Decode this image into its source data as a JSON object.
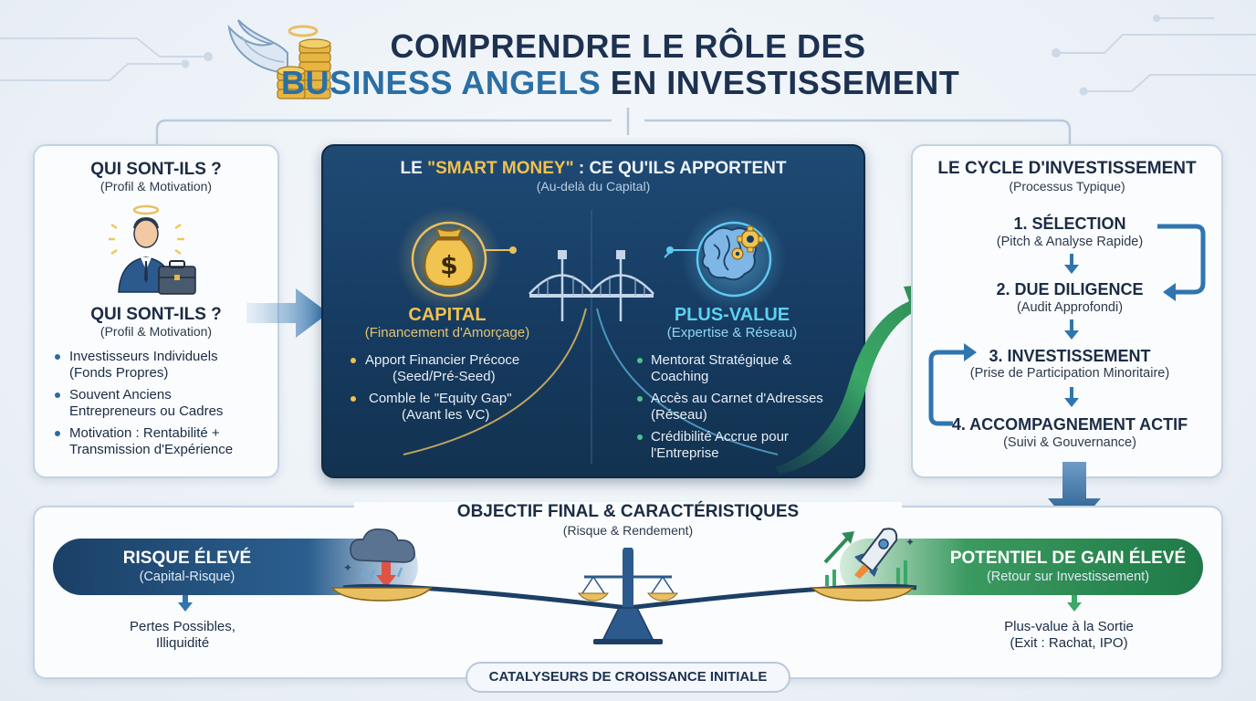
{
  "title": {
    "line1": "COMPRENDRE LE RÔLE DES",
    "line2_highlight": "BUSINESS ANGELS",
    "line2_rest": " EN INVESTISSEMENT"
  },
  "left_card": {
    "title_top": "QUI SONT-ILS ?",
    "sub_top": "(Profil & Motivation)",
    "title": "QUI SONT-ILS ?",
    "sub": "(Profil & Motivation)",
    "bullets": [
      {
        "l1": "Investisseurs Individuels",
        "l2": "(Fonds Propres)"
      },
      {
        "l1": "Souvent Anciens",
        "l2": "Entrepreneurs ou Cadres"
      },
      {
        "l1": "Motivation : Rentabilité +",
        "l2": "Transmission d'Expérience"
      }
    ]
  },
  "center_card": {
    "title_pre": "LE ",
    "title_highlight": "\"SMART MONEY\"",
    "title_post": " : CE QU'ILS APPORTENT",
    "sub": "(Au-delà du Capital)",
    "capital": {
      "title": "CAPITAL",
      "sub": "(Financement d'Amorçage)",
      "bullets": [
        {
          "l1": "Apport Financier Précoce",
          "l2": "(Seed/Pré-Seed)"
        },
        {
          "l1": "Comble le \"Equity Gap\"",
          "l2": "(Avant les VC)"
        }
      ]
    },
    "plusvalue": {
      "title": "PLUS-VALUE",
      "sub": "(Expertise & Réseau)",
      "bullets": [
        {
          "l1": "Mentorat Stratégique &",
          "l2": "Coaching"
        },
        {
          "l1": "Accès au Carnet d'Adresses",
          "l2": "(Réseau)"
        },
        {
          "l1": "Crédibilité Accrue pour",
          "l2": "l'Entreprise"
        }
      ]
    }
  },
  "right_card": {
    "title": "LE CYCLE D'INVESTISSEMENT",
    "sub": "(Processus Typique)",
    "steps": [
      {
        "title": "1. SÉLECTION",
        "sub": "(Pitch & Analyse Rapide)"
      },
      {
        "title": "2. DUE DILIGENCE",
        "sub": "(Audit Approfondi)"
      },
      {
        "title": "3. INVESTISSEMENT",
        "sub": "(Prise de Participation Minoritaire)"
      },
      {
        "title": "4. ACCOMPAGNEMENT ACTIF",
        "sub": "(Suivi & Gouvernance)"
      }
    ]
  },
  "bottom": {
    "title": "OBJECTIF FINAL & CARACTÉRISTIQUES",
    "sub": "(Risque & Rendement)",
    "risk": {
      "title": "RISQUE ÉLEVÉ",
      "sub": "(Capital-Risque)",
      "out1": "Pertes Possibles,",
      "out2": "Illiquidité"
    },
    "gain": {
      "title": "POTENTIEL DE GAIN ÉLEVÉ",
      "sub": "(Retour sur Investissement)",
      "out1": "Plus-value à la Sortie",
      "out2": "(Exit : Rachat, IPO)"
    },
    "badge": "CATALYSEURS DE CROISSANCE INITIALE"
  },
  "colors": {
    "navy": "#1d3150",
    "accent_blue": "#2a6fa5",
    "gold": "#f2c14e",
    "green": "#2f8a55",
    "dark_panel": "#163b61"
  },
  "icons": [
    "angel-wings-icon",
    "halo-icon",
    "coins-icon",
    "businessman-icon",
    "briefcase-icon",
    "money-bag-icon",
    "bridge-icon",
    "brain-gear-icon",
    "cloud-rain-icon",
    "down-arrow-icon",
    "rocket-icon",
    "growth-arrow-icon",
    "balance-scale-icon"
  ]
}
